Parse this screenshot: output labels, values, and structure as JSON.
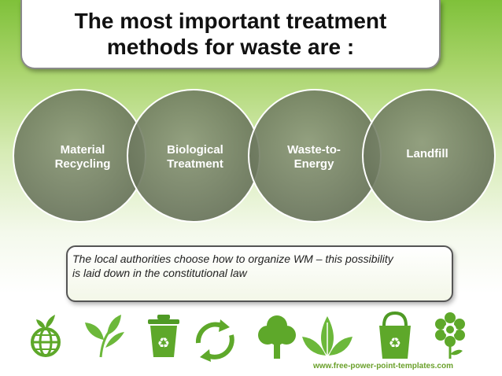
{
  "slide": {
    "title_line1": "The most important treatment",
    "title_line2": "methods for waste are :",
    "circles": [
      {
        "line1": "Material",
        "line2": "Recycling"
      },
      {
        "line1": "Biological",
        "line2": "Treatment"
      },
      {
        "line1": "Waste-to-",
        "line2": "Energy"
      },
      {
        "line1": "Landfill",
        "line2": ""
      }
    ],
    "note_line1": "The local authorities choose how to organize WM – this possibility",
    "note_line2": "is laid down in the constitutional law",
    "footer_url": "www.free-power-point-templates.com",
    "icons": [
      "globe-sprout-icon",
      "leaves-icon",
      "recycle-bin-icon",
      "recycle-arrows-icon",
      "tree-icon",
      "three-leaves-icon",
      "recycle-bag-icon",
      "flower-icon"
    ],
    "colors": {
      "accent_green": "#6aa02a",
      "circle_fill": "#6f7a60",
      "circle_stroke": "#ffffff",
      "icon_green": "#5ea82a"
    }
  }
}
